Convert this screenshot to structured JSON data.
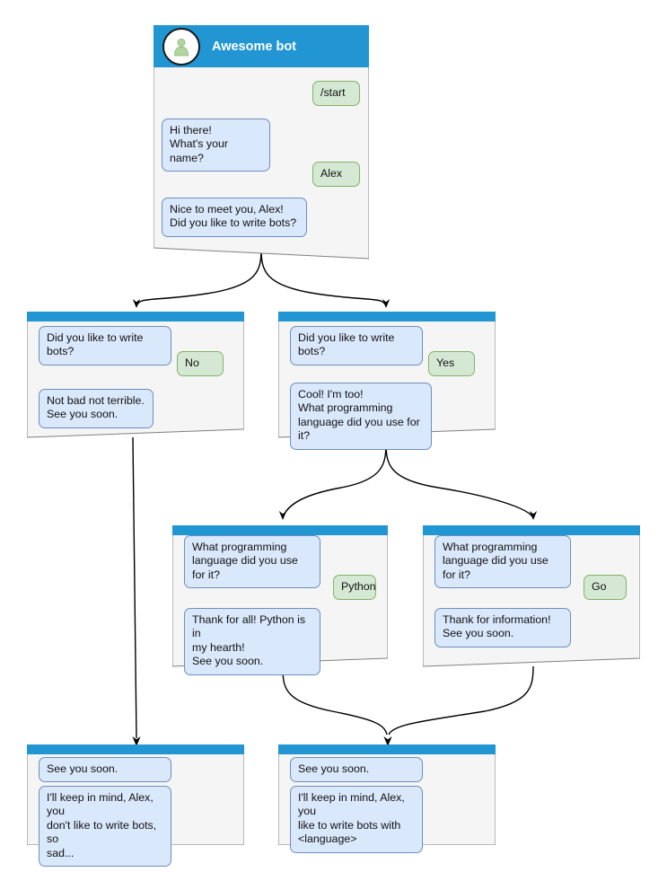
{
  "diagram": {
    "title": "Awesome bot chat flow",
    "colors": {
      "header_blue": "#2196d3",
      "bot_bubble_fill": "#dae8fc",
      "bot_bubble_stroke": "#6c8ebf",
      "user_bubble_fill": "#d5e8d4",
      "user_bubble_stroke": "#82b366",
      "card_fill": "#f5f5f5",
      "card_stroke": "#808080",
      "edge_stroke": "#000000",
      "avatar_person": "#b3d4a0"
    }
  },
  "cards": {
    "root": {
      "header": {
        "title": "Awesome bot",
        "avatar_icon": "person-avatar-icon"
      },
      "messages": [
        {
          "from": "user",
          "text": "/start"
        },
        {
          "from": "bot",
          "text": "Hi there!\nWhat's your name?"
        },
        {
          "from": "user",
          "text": "Alex"
        },
        {
          "from": "bot",
          "text": "Nice to meet you, Alex!\nDid you like to write bots?"
        }
      ]
    },
    "no_branch": {
      "messages": [
        {
          "from": "bot",
          "text": "Did you like to write bots?"
        },
        {
          "from": "user",
          "text": "No"
        },
        {
          "from": "bot",
          "text": "Not bad not terrible.\nSee you soon."
        }
      ]
    },
    "yes_branch": {
      "messages": [
        {
          "from": "bot",
          "text": "Did you like to write bots?"
        },
        {
          "from": "user",
          "text": "Yes"
        },
        {
          "from": "bot",
          "text": "Cool! I'm too!\nWhat programming\nlanguage did you use for it?"
        }
      ]
    },
    "python_branch": {
      "messages": [
        {
          "from": "bot",
          "text": "What programming\nlanguage did you use for it?"
        },
        {
          "from": "user",
          "text": "Python"
        },
        {
          "from": "bot",
          "text": "Thank for all! Python is in\nmy hearth!\nSee you soon."
        }
      ]
    },
    "go_branch": {
      "messages": [
        {
          "from": "bot",
          "text": "What programming\nlanguage did you use for it?"
        },
        {
          "from": "user",
          "text": "Go"
        },
        {
          "from": "bot",
          "text": "Thank for information!\nSee you soon."
        }
      ]
    },
    "end_sad": {
      "messages": [
        {
          "from": "bot",
          "text": "See you soon."
        },
        {
          "from": "bot",
          "text": "I'll keep in mind, Alex, you\ndon't like to write bots, so\nsad..."
        }
      ]
    },
    "end_happy": {
      "messages": [
        {
          "from": "bot",
          "text": "See you soon."
        },
        {
          "from": "bot",
          "text": "I'll keep in mind, Alex, you\nlike to write bots with\n<language>"
        }
      ]
    }
  }
}
